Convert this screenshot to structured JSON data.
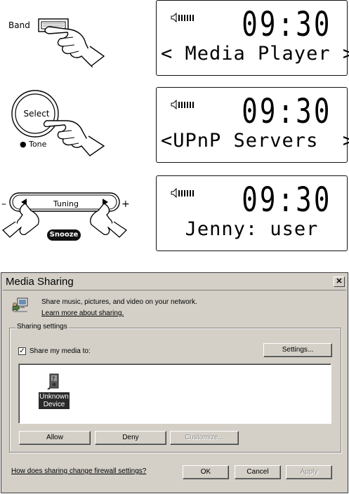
{
  "radio": {
    "steps": [
      {
        "control": {
          "label": "Band"
        },
        "display": {
          "clock": "09:30",
          "line": "< Media Player >"
        }
      },
      {
        "control": {
          "label": "Select",
          "sub_label": "● Tone"
        },
        "display": {
          "clock": "09:30",
          "line": "<UPnP Servers  >"
        }
      },
      {
        "control": {
          "label": "Tuning",
          "minus": "–",
          "plus": "+",
          "sub_label": "Snooze"
        },
        "display": {
          "clock": "09:30",
          "line": "Jenny: user"
        }
      }
    ]
  },
  "dialog": {
    "title": "Media Sharing",
    "close": "✕",
    "intro_text": "Share music, pictures, and video on your network.",
    "learn_more_link": "Learn more about sharing.",
    "group_label": "Sharing settings",
    "share_checkbox": {
      "label": "Share my media to:",
      "checked": true,
      "mark": "✓"
    },
    "settings_button": "Settings...",
    "devices": [
      {
        "line1": "Unknown",
        "line2": "Device"
      }
    ],
    "allow_button": "Allow",
    "deny_button": "Deny",
    "customize_button": "Customize...",
    "firewall_link": "How does sharing change firewall settings?",
    "ok_button": "OK",
    "cancel_button": "Cancel",
    "apply_button": "Apply"
  },
  "colors": {
    "dialog_face": "#d4d0c8",
    "device_selection": "#2a2a2a"
  }
}
